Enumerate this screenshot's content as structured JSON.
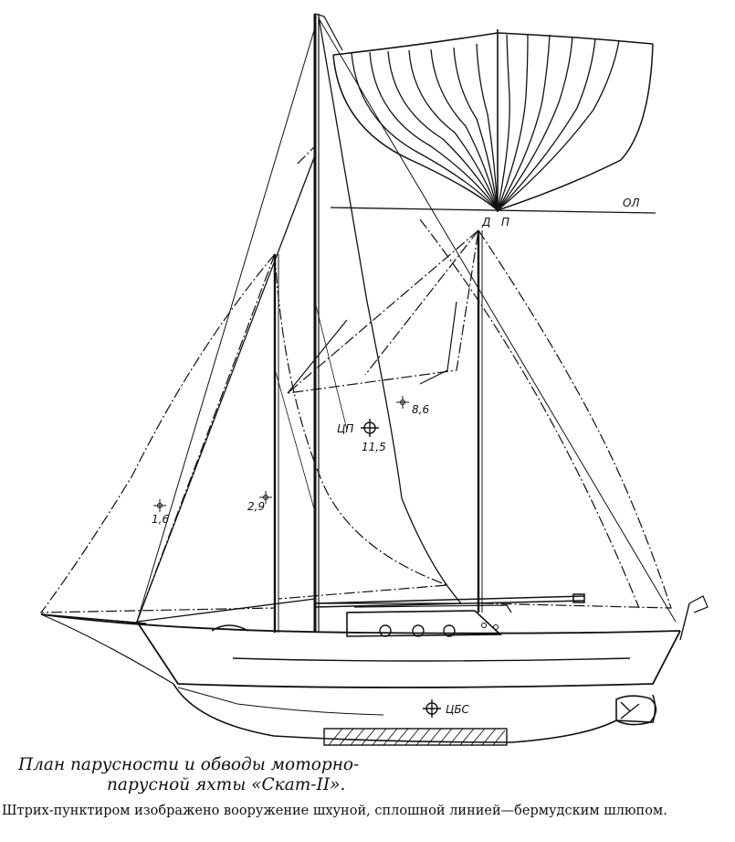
{
  "labels": {
    "line_ol": "ОЛ",
    "mark_d": "Д",
    "mark_p": "П",
    "cp_label": "ЦП",
    "cp_value": "11,5",
    "area_main": "8,6",
    "area_jib": "1,6",
    "area_stay": "2,9",
    "cbs_label": "ЦБС"
  },
  "caption": {
    "line1": "План парусности и обводы моторно-",
    "line2": "парусной яхты «Скат-II»."
  },
  "note": "Штрих-пунктиром изображено вооружение шхуной, сплошной линией—бермудским шлюпом.",
  "colors": {
    "ink": "#111111",
    "paper": "#ffffff"
  }
}
